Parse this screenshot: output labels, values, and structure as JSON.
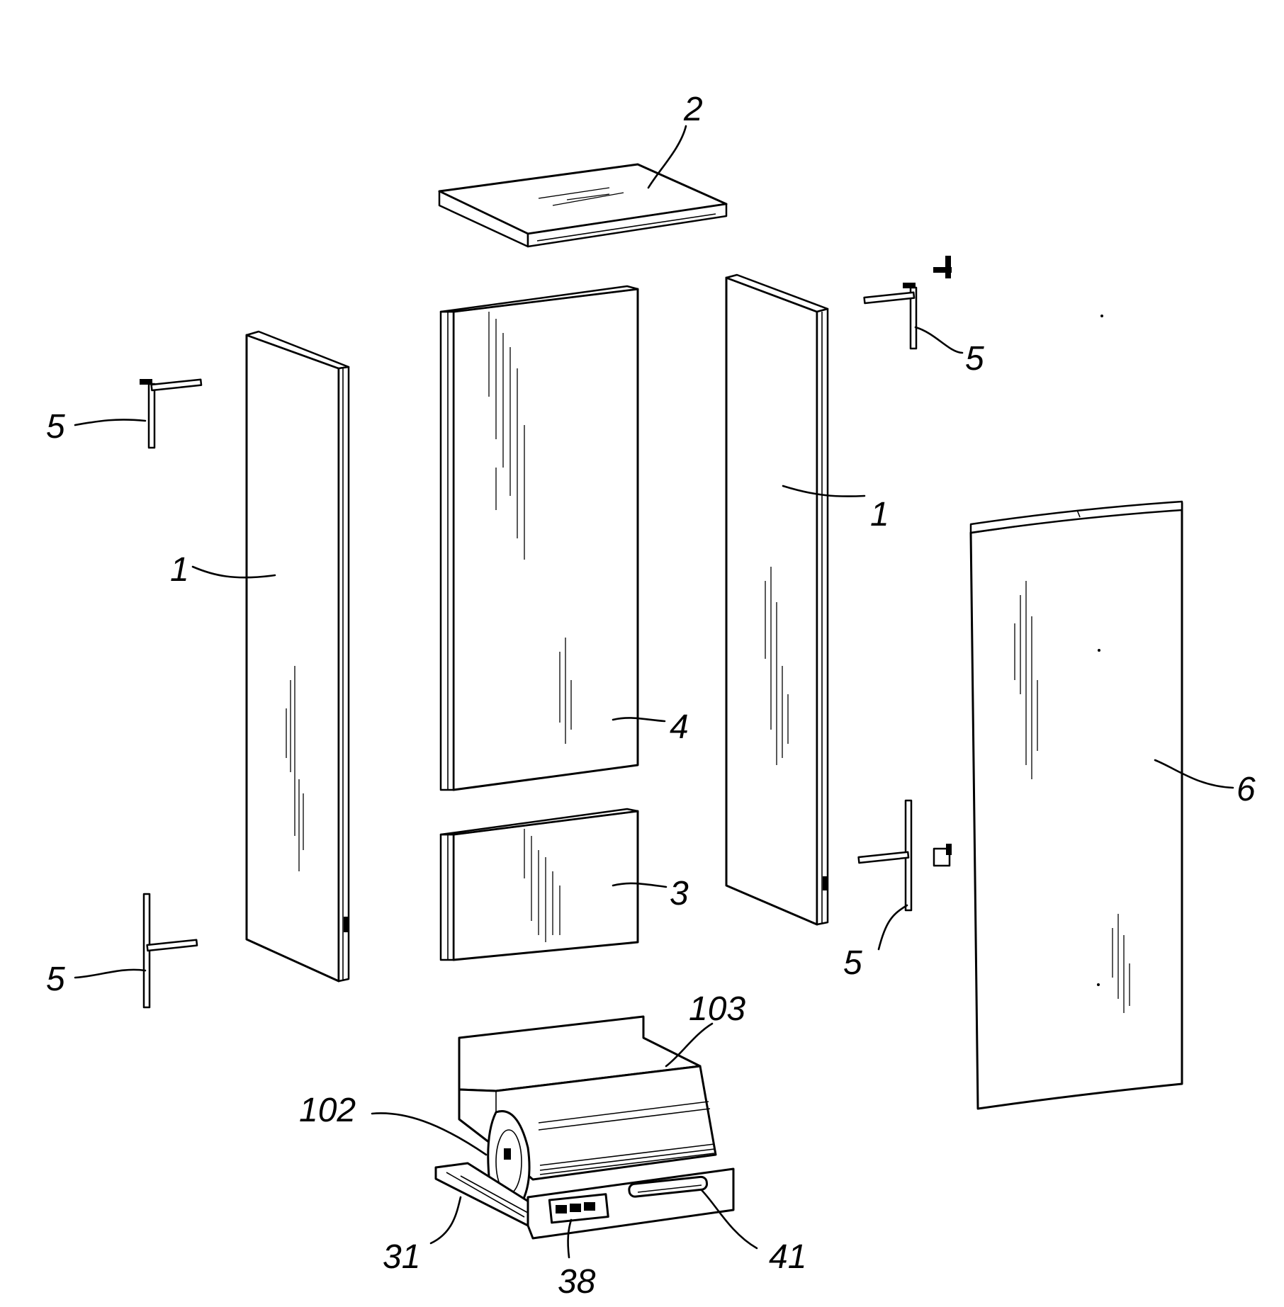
{
  "figure": {
    "labels": {
      "top_panel": "2",
      "side_panel_left": "1",
      "side_panel_right": "1",
      "upper_back_panel": "4",
      "lower_back_panel": "3",
      "door": "6",
      "bracket_upper_left": "5",
      "bracket_lower_left": "5",
      "bracket_upper_right": "5",
      "bracket_lower_right": "5",
      "base_upper": "103",
      "base_component": "102",
      "base_tray": "31",
      "control_panel": "38",
      "handle_slot": "41"
    }
  }
}
